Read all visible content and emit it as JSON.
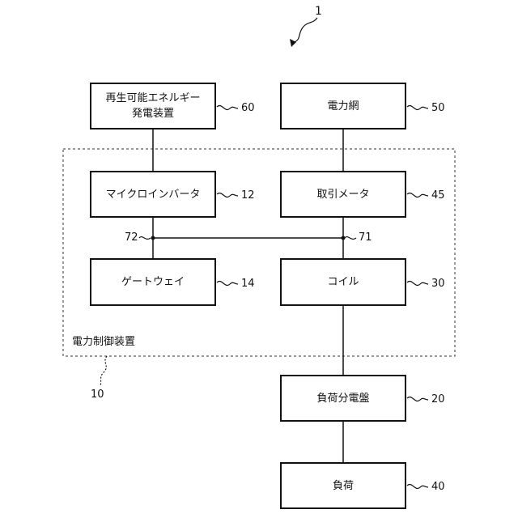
{
  "figure_ref": "1",
  "blocks": {
    "renewable": {
      "label": "再生可能エネルギー\n発電装置",
      "ref": "60"
    },
    "grid": {
      "label": "電力網",
      "ref": "50"
    },
    "inverter": {
      "label": "マイクロインバータ",
      "ref": "12"
    },
    "meter": {
      "label": "取引メータ",
      "ref": "45"
    },
    "gateway": {
      "label": "ゲートウェイ",
      "ref": "14"
    },
    "coil": {
      "label": "コイル",
      "ref": "30"
    },
    "panel": {
      "label": "負荷分電盤",
      "ref": "20"
    },
    "load": {
      "label": "負荷",
      "ref": "40"
    }
  },
  "control_device": {
    "label": "電力制御装置",
    "ref": "10"
  },
  "nodes": {
    "left": "72",
    "right": "71"
  }
}
